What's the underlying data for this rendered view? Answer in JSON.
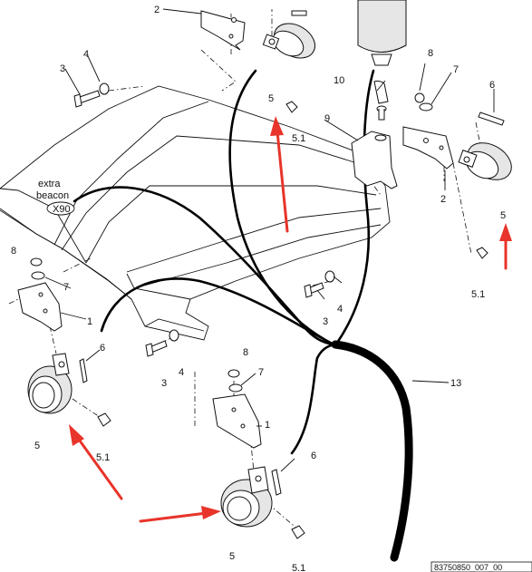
{
  "diagram": {
    "callouts": {
      "n1": "1",
      "n2": "2",
      "n3": "3",
      "n4": "4",
      "n5": "5",
      "n51": "5.1",
      "n6": "6",
      "n7": "7",
      "n8": "8",
      "n9": "9",
      "n10": "10",
      "n13": "13"
    },
    "beacon_note": {
      "line1": "extra",
      "line2": "beacon",
      "connector": "X90"
    },
    "drawing_number": "83750850_007_00",
    "colors": {
      "arrow": "#e8342a",
      "line": "#111111",
      "background": "#ffffff"
    }
  }
}
